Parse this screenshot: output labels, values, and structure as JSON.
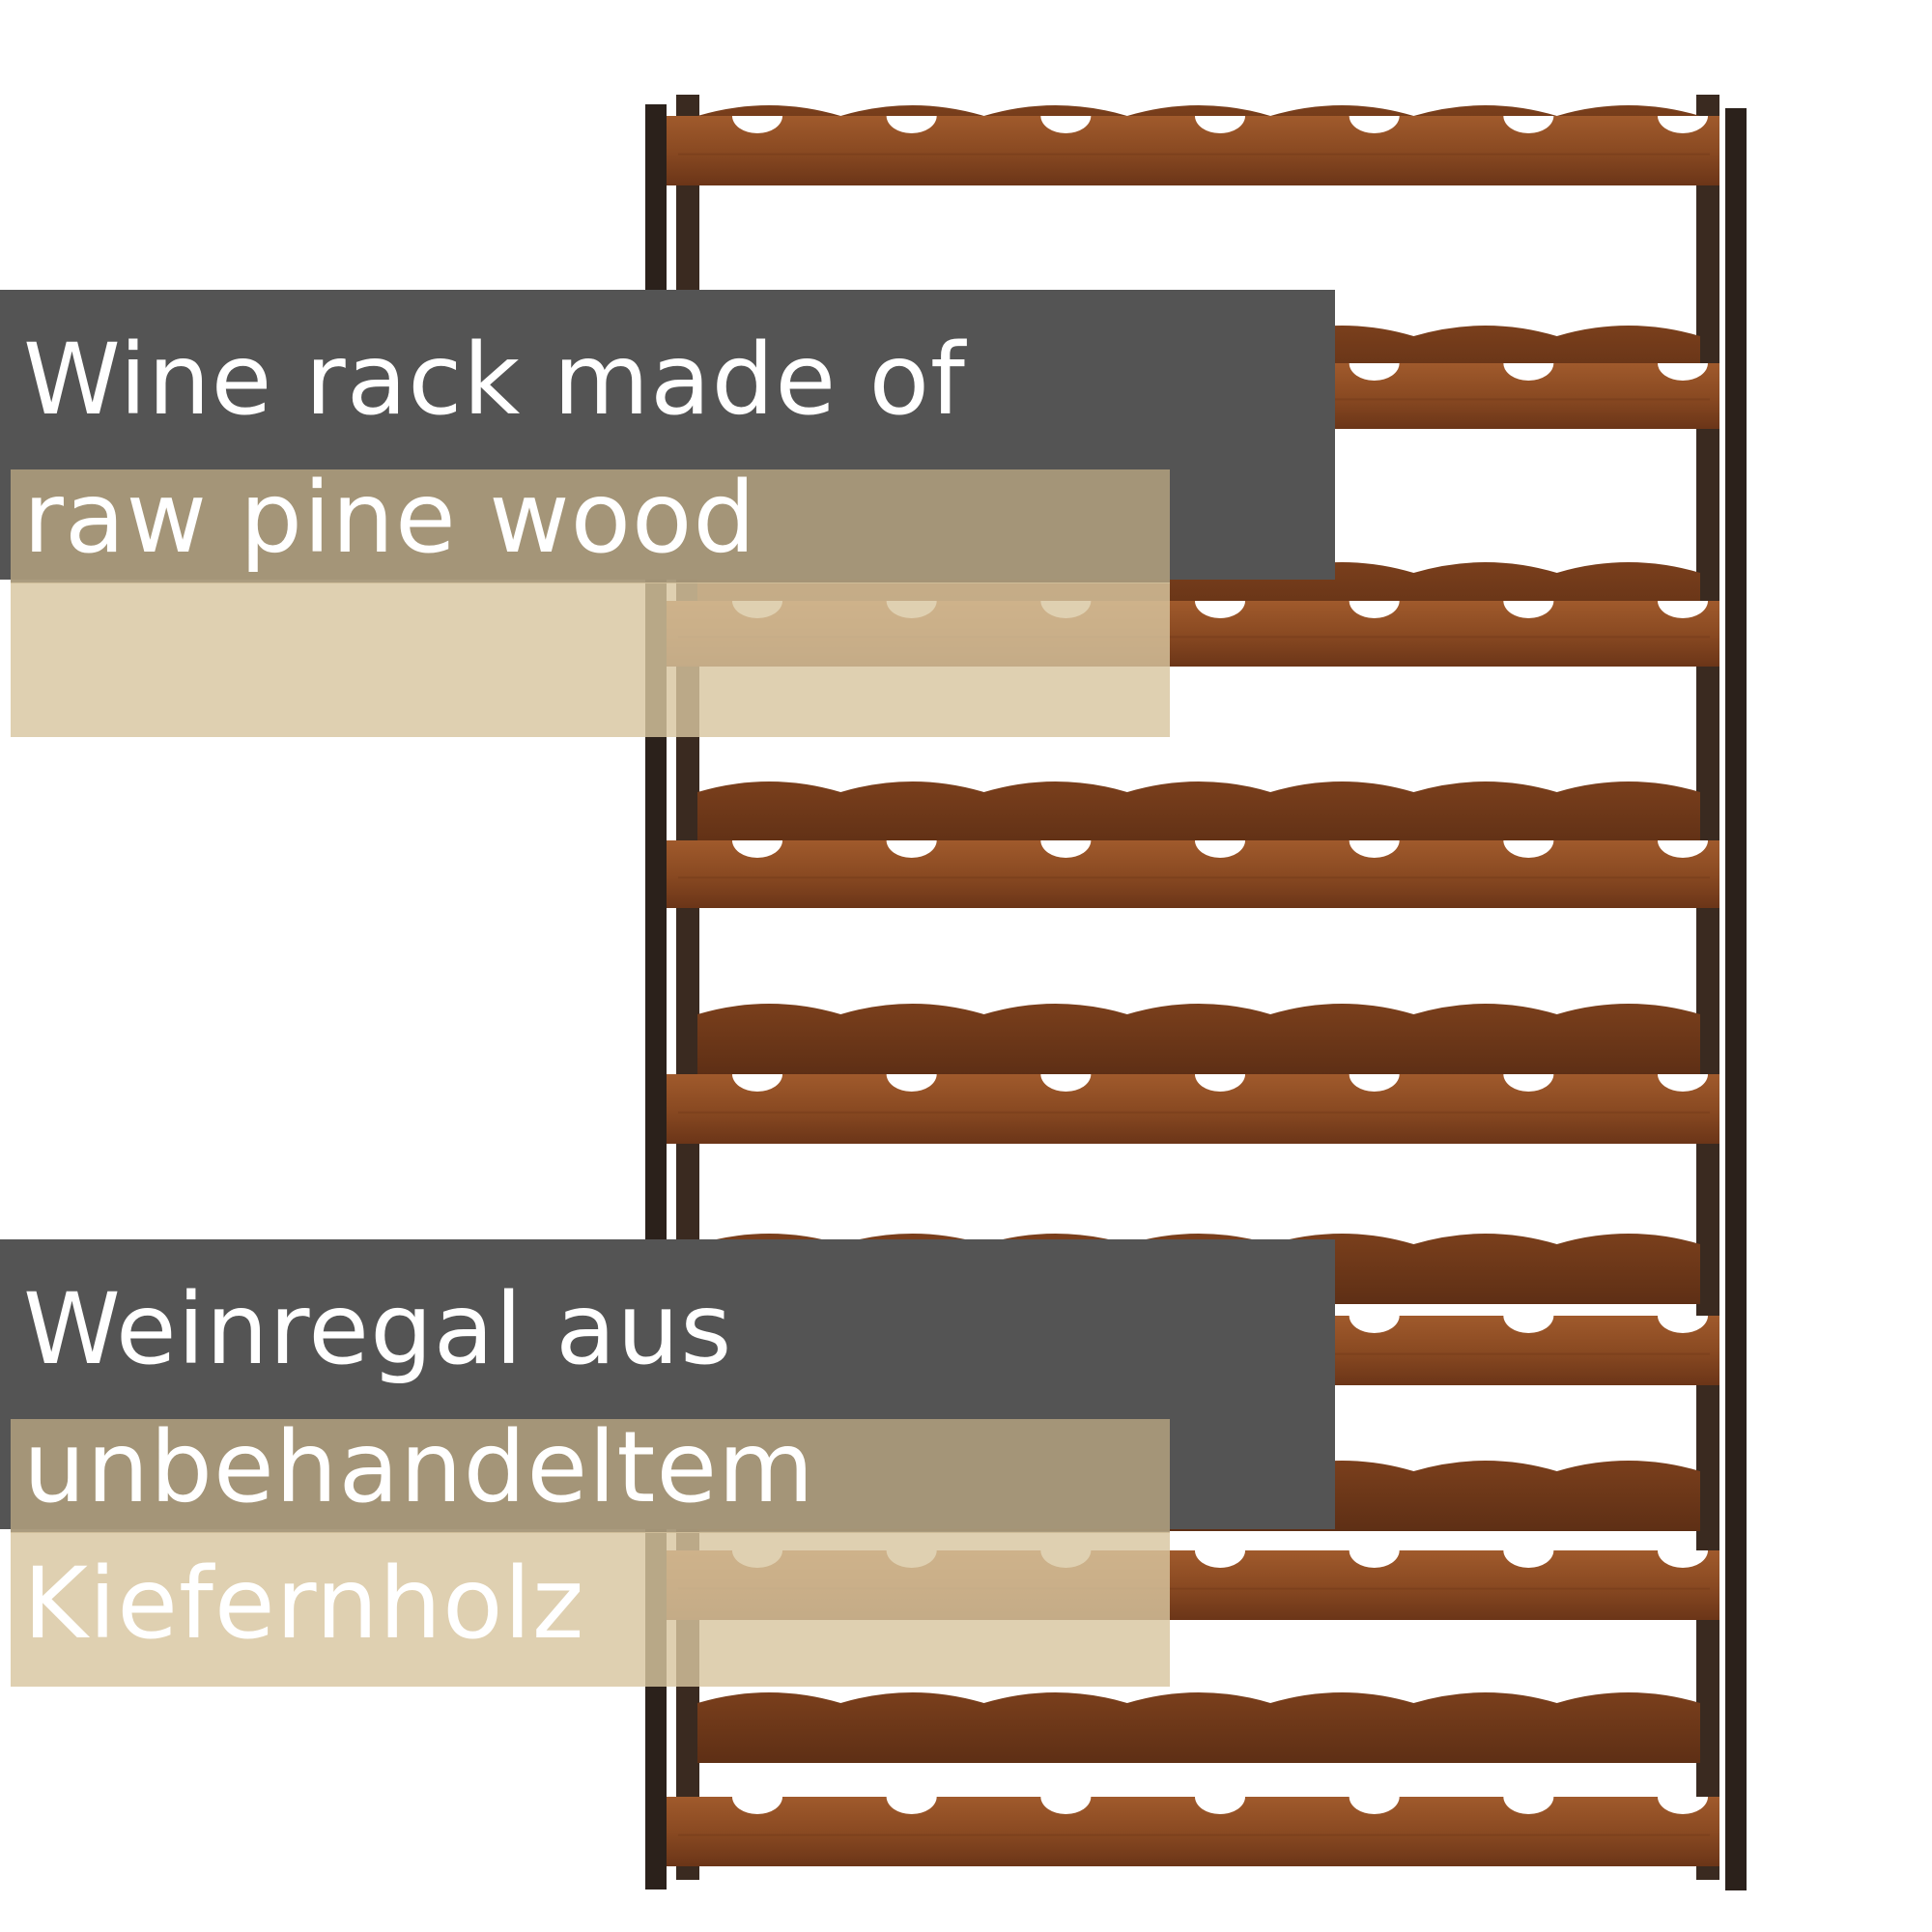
{
  "product_image": {
    "subject": "wooden wine rack",
    "colors": {
      "background": "#ffffff",
      "frame": "#2b211b",
      "wood": "#8a4a22",
      "wood_light": "#a86434",
      "wood_dark": "#6b3518"
    }
  },
  "caption_en": {
    "line1": "Wine rack made of",
    "line2": "raw pine wood"
  },
  "caption_de": {
    "line1": "Weinregal aus",
    "line2": "unbehandeltem",
    "line3": "Kiefernholz"
  },
  "colors": {
    "dark_band": "#545454",
    "tan_band": "rgba(168,152,122,0.96)",
    "cream_band": "rgba(216,198,160,0.82)",
    "text": "#ffffff"
  }
}
